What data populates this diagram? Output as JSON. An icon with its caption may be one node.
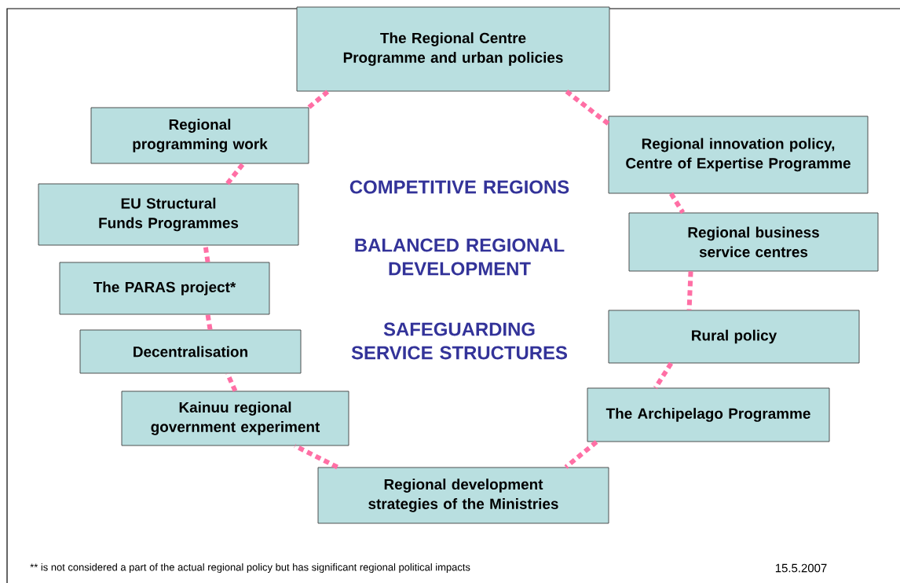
{
  "diagram": {
    "nodes": [
      {
        "text": [
          "The Regional Centre Programme and urban policies"
        ]
      },
      {
        "text": [
          "Regional innovation policy, Centre of Expertise Programme"
        ]
      },
      {
        "text": [
          "Regional business service centres"
        ]
      },
      {
        "text": [
          "Rural policy"
        ]
      },
      {
        "text": [
          "The Archipelago Programme"
        ]
      },
      {
        "text": [
          "Regional development strategies of the Ministries"
        ]
      },
      {
        "text": [
          "Kainuu regional government experiment"
        ]
      },
      {
        "text": [
          "Decentralisation"
        ]
      },
      {
        "text": [
          "The PARAS project*"
        ]
      },
      {
        "text": [
          "EU Structural Funds Programmes"
        ]
      },
      {
        "text": [
          "Regional programming work"
        ]
      }
    ],
    "edges": [
      {
        "from": 0,
        "to": 1,
        "arrow": "none",
        "style": "dashed"
      },
      {
        "from": 1,
        "to": 2,
        "arrow": "none",
        "style": "dashed"
      },
      {
        "from": 2,
        "to": 3,
        "arrow": "none",
        "style": "dashed"
      },
      {
        "from": 3,
        "to": 4,
        "arrow": "none",
        "style": "dashed"
      },
      {
        "from": 4,
        "to": 5,
        "arrow": "none",
        "style": "dashed"
      },
      {
        "from": 5,
        "to": 6,
        "arrow": "none",
        "style": "dashed"
      },
      {
        "from": 6,
        "to": 7,
        "arrow": "none",
        "style": "dashed"
      },
      {
        "from": 7,
        "to": 8,
        "arrow": "none",
        "style": "dashed"
      },
      {
        "from": 8,
        "to": 9,
        "arrow": "none",
        "style": "dashed"
      },
      {
        "from": 9,
        "to": 10,
        "arrow": "none",
        "style": "dashed"
      },
      {
        "from": 10,
        "to": 0,
        "arrow": "none",
        "style": "dashed"
      }
    ],
    "labels": [
      "COMPETITIVE REGIONS",
      "BALANCED REGIONAL DEVELOPMENT",
      "SAFEGUARDING SERVICE STRUCTURES",
      "** is not considered a part of the actual regional policy but has significant regional political impacts",
      "15.5.2007"
    ]
  }
}
